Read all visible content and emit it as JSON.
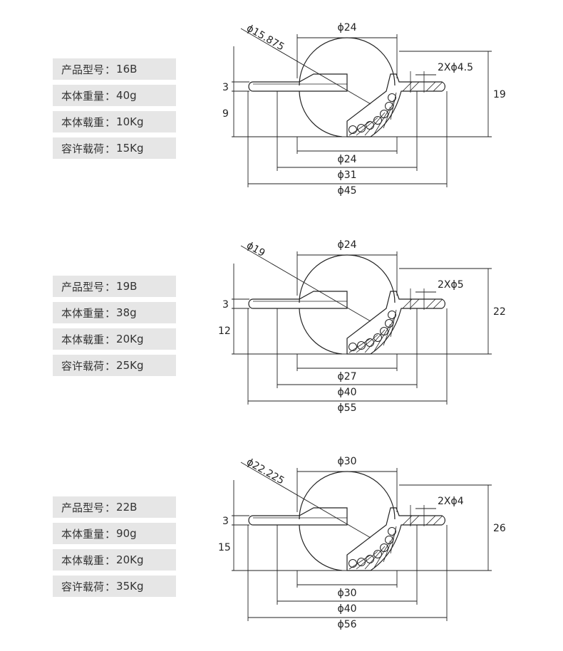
{
  "models": [
    {
      "specs": [
        {
          "label": "产品型号",
          "value": "16B"
        },
        {
          "label": "本体重量",
          "value": "40g"
        },
        {
          "label": "本体载重",
          "value": "10Kg"
        },
        {
          "label": "容许载荷",
          "value": "15Kg"
        }
      ],
      "dims": {
        "ball": "ϕ15.875",
        "top": "ϕ24",
        "hole": "2Xϕ4.5",
        "height": "19",
        "flange": "3",
        "body": "9",
        "inner": "ϕ24",
        "pitch": "ϕ31",
        "outer": "ϕ45"
      }
    },
    {
      "specs": [
        {
          "label": "产品型号",
          "value": "19B"
        },
        {
          "label": "本体重量",
          "value": "38g"
        },
        {
          "label": "本体载重",
          "value": "20Kg"
        },
        {
          "label": "容许载荷",
          "value": "25Kg"
        }
      ],
      "dims": {
        "ball": "ϕ19",
        "top": "ϕ24",
        "hole": "2Xϕ5",
        "height": "22",
        "flange": "3",
        "body": "12",
        "inner": "ϕ27",
        "pitch": "ϕ40",
        "outer": "ϕ55"
      }
    },
    {
      "specs": [
        {
          "label": "产品型号",
          "value": "22B"
        },
        {
          "label": "本体重量",
          "value": "90g"
        },
        {
          "label": "本体载重",
          "value": "20Kg"
        },
        {
          "label": "容许载荷",
          "value": "35Kg"
        }
      ],
      "dims": {
        "ball": "ϕ22.225",
        "top": "ϕ30",
        "hole": "2Xϕ4",
        "height": "26",
        "flange": "3",
        "body": "15",
        "inner": "ϕ30",
        "pitch": "ϕ40",
        "outer": "ϕ56"
      }
    }
  ],
  "separator": "："
}
